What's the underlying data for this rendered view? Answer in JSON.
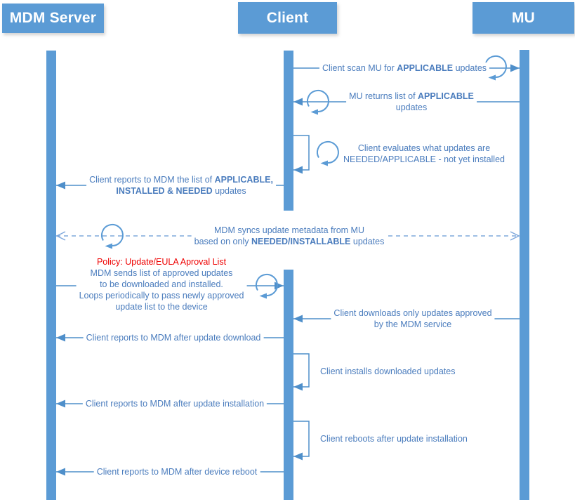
{
  "colors": {
    "primary_blue": "#5b9bd5",
    "arrow_blue": "#4f8fca",
    "text_blue": "#4a7cbd",
    "dashed_blue": "#7fa8dc",
    "policy_red": "#ee0000"
  },
  "actors": [
    {
      "label": "MDM Server"
    },
    {
      "label": "Client"
    },
    {
      "label": "MU"
    }
  ],
  "messages": [
    {
      "from": "Client",
      "to": "MU",
      "arrow": "solid",
      "lines": [
        [
          {
            "t": "Client scan MU for "
          },
          {
            "t": "APPLICABLE",
            "b": true
          },
          {
            "t": " updates"
          }
        ]
      ]
    },
    {
      "from": "MU",
      "to": "Client",
      "arrow": "solid",
      "lines": [
        [
          {
            "t": "MU returns list of "
          },
          {
            "t": "APPLICABLE",
            "b": true
          }
        ],
        [
          {
            "t": "updates"
          }
        ]
      ]
    },
    {
      "from": "Client",
      "to": "Client",
      "arrow": "self",
      "lines": [
        [
          {
            "t": "Client evaluates what updates are"
          }
        ],
        [
          {
            "t": "NEEDED/APPLICABLE - not yet installed"
          }
        ]
      ]
    },
    {
      "from": "Client",
      "to": "MDM Server",
      "arrow": "solid",
      "lines": [
        [
          {
            "t": "Client reports to MDM the list of "
          },
          {
            "t": "APPLICABLE,",
            "b": true
          }
        ],
        [
          {
            "t": "INSTALLED & NEEDED",
            "b": true
          },
          {
            "t": " updates"
          }
        ]
      ]
    },
    {
      "from": "MDM Server",
      "to": "MU",
      "arrow": "dashed-bidirectional",
      "lines": [
        [
          {
            "t": "MDM syncs update metadata from MU"
          }
        ],
        [
          {
            "t": "based on only "
          },
          {
            "t": "NEEDED/INSTALLABLE",
            "b": true
          },
          {
            "t": " updates"
          }
        ]
      ]
    },
    {
      "from": "MDM Server",
      "to": "Client",
      "arrow": "solid",
      "lines": [
        [
          {
            "t": "Policy: Update/EULA Aproval List",
            "red": true
          }
        ],
        [
          {
            "t": "MDM sends list of approved updates"
          }
        ],
        [
          {
            "t": "to be downloaded and installed."
          }
        ],
        [
          {
            "t": "Loops periodically to pass newly approved"
          }
        ],
        [
          {
            "t": "update list to the device"
          }
        ]
      ]
    },
    {
      "from": "MU",
      "to": "Client",
      "arrow": "solid",
      "lines": [
        [
          {
            "t": "Client downloads only updates approved"
          }
        ],
        [
          {
            "t": "by the MDM service"
          }
        ]
      ]
    },
    {
      "from": "Client",
      "to": "MDM Server",
      "arrow": "solid",
      "lines": [
        [
          {
            "t": "Client reports to MDM after update download"
          }
        ]
      ]
    },
    {
      "from": "Client",
      "to": "Client",
      "arrow": "self",
      "lines": [
        [
          {
            "t": "Client installs downloaded updates"
          }
        ]
      ]
    },
    {
      "from": "Client",
      "to": "MDM Server",
      "arrow": "solid",
      "lines": [
        [
          {
            "t": "Client reports to MDM after update installation"
          }
        ]
      ]
    },
    {
      "from": "Client",
      "to": "Client",
      "arrow": "self",
      "lines": [
        [
          {
            "t": "Client reboots after update installation"
          }
        ]
      ]
    },
    {
      "from": "Client",
      "to": "MDM Server",
      "arrow": "solid",
      "lines": [
        [
          {
            "t": "Client reports to MDM after device reboot"
          }
        ]
      ]
    }
  ]
}
